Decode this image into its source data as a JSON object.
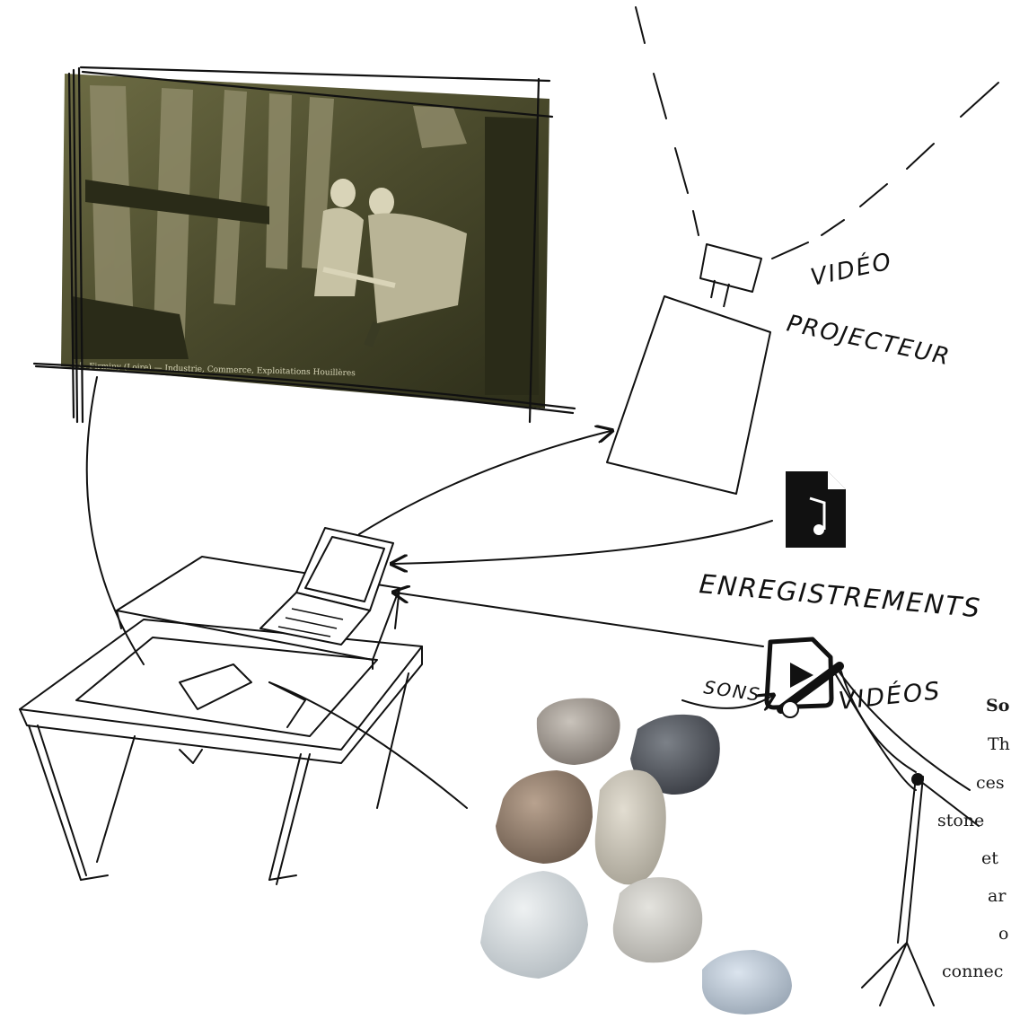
{
  "labels": {
    "projector": [
      "VIDÉO",
      "PROJECTEUR"
    ],
    "recordings": "ENREGISTREMENTS",
    "videos": "VIDÉOS",
    "sounds": "SONS"
  },
  "photo": {
    "caption": "45. Firminy (Loire) — Industrie, Commerce, Exploitations Houillères"
  },
  "side_text": {
    "title": "So",
    "lines": [
      "Th",
      "ces",
      "stone",
      "et",
      "ar",
      "o",
      "connec"
    ]
  },
  "colors": {
    "ink": "#111111",
    "photo_sepia": "#4f5132",
    "photo_dark": "#1d1f12"
  },
  "icons": [
    "audio-file-icon",
    "video-file-icon",
    "microphone-icon",
    "video-projector-icon",
    "laptop-icon"
  ]
}
